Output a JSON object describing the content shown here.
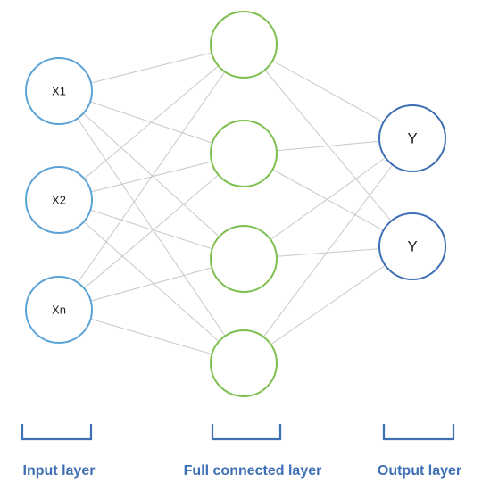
{
  "colors": {
    "input_node": "#5BA3D6",
    "hidden_node": "#7DBF4E",
    "output_node": "#3F6FB5",
    "edge": "#C8C8C8",
    "label_text": "#3F6FB5"
  },
  "layers": {
    "input": {
      "title": "Input layer",
      "nodes": [
        "X1",
        "X2",
        "Xn"
      ]
    },
    "hidden": {
      "title": "Full connected layer",
      "node_count": 4
    },
    "output": {
      "title": "Output layer",
      "nodes": [
        "Y",
        "Y"
      ]
    }
  },
  "connections": "fully-connected"
}
